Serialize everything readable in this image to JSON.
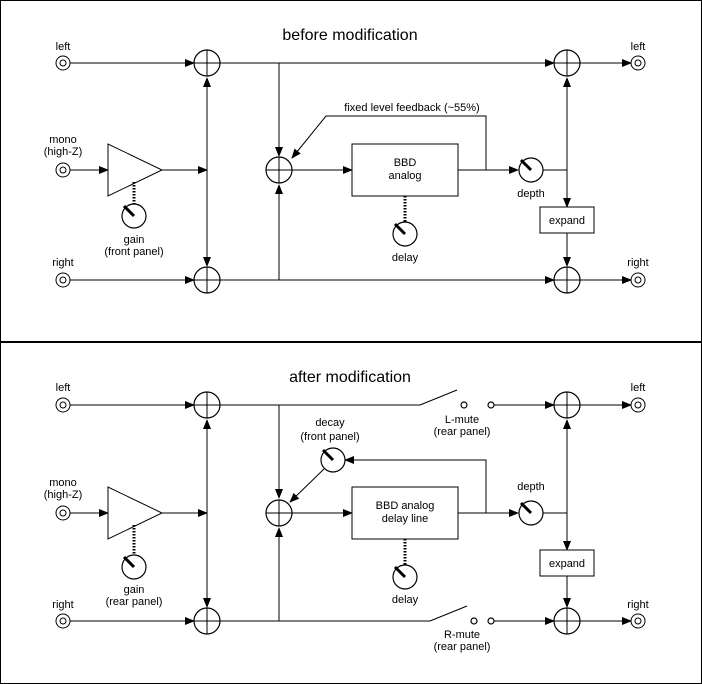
{
  "before": {
    "title": "before modification",
    "in_left": "left",
    "in_mono": [
      "mono",
      "(high-Z)"
    ],
    "in_right": "right",
    "gain": [
      "gain",
      "(front panel)"
    ],
    "feedback": "fixed level feedback (~55%)",
    "bbd": [
      "BBD",
      "analog"
    ],
    "delay": "delay",
    "depth": "depth",
    "expand": "expand",
    "out_left": "left",
    "out_right": "right"
  },
  "after": {
    "title": "after modification",
    "in_left": "left",
    "in_mono": [
      "mono",
      "(high-Z)"
    ],
    "in_right": "right",
    "gain": [
      "gain",
      "(rear panel)"
    ],
    "decay": [
      "decay",
      "(front panel)"
    ],
    "bbd": [
      "BBD analog",
      "delay line"
    ],
    "delay": "delay",
    "depth": "depth",
    "expand": "expand",
    "lmute": [
      "L-mute",
      "(rear panel)"
    ],
    "rmute": [
      "R-mute",
      "(rear panel)"
    ],
    "out_left": "left",
    "out_right": "right"
  }
}
